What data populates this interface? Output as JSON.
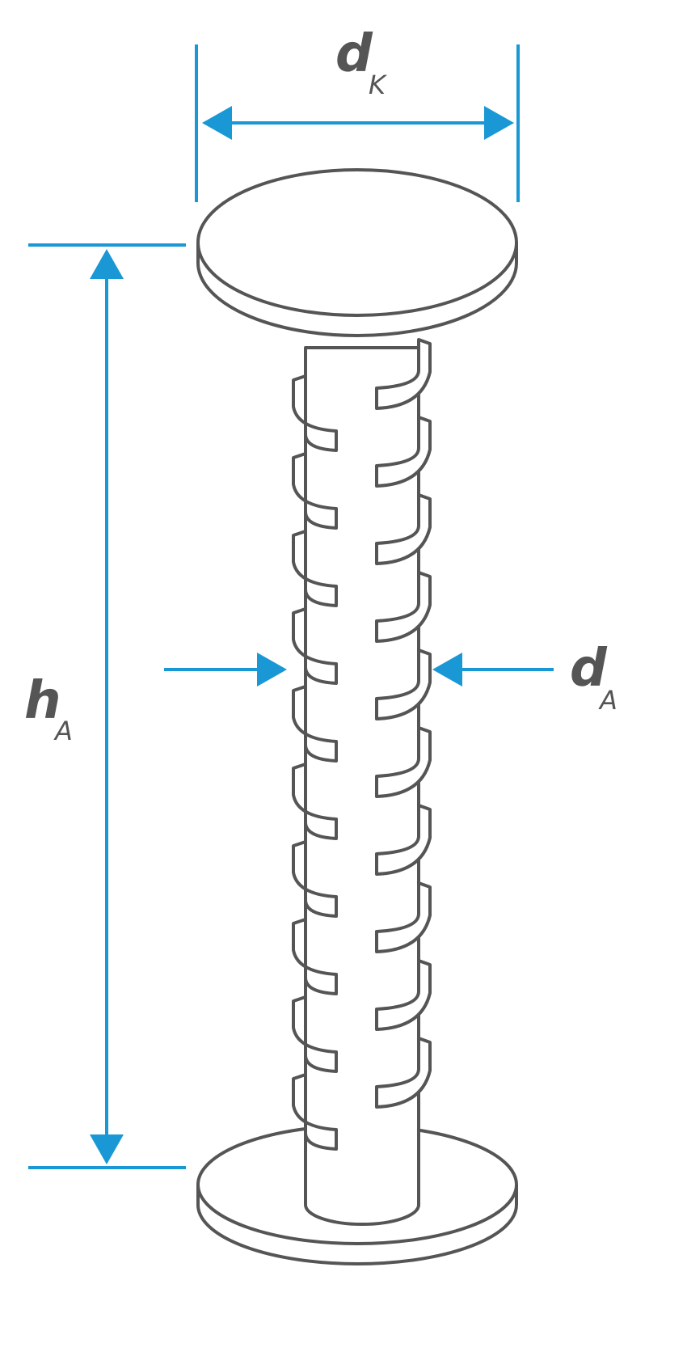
{
  "labels": {
    "dk": {
      "main": "d",
      "sub": "K"
    },
    "ha": {
      "main": "h",
      "sub": "A"
    },
    "da": {
      "main": "d",
      "sub": "A"
    }
  },
  "colors": {
    "dimension": "#1a97d5",
    "outline": "#555555",
    "label": "#555555",
    "background": "#ffffff"
  },
  "barb_count_per_side": 10
}
